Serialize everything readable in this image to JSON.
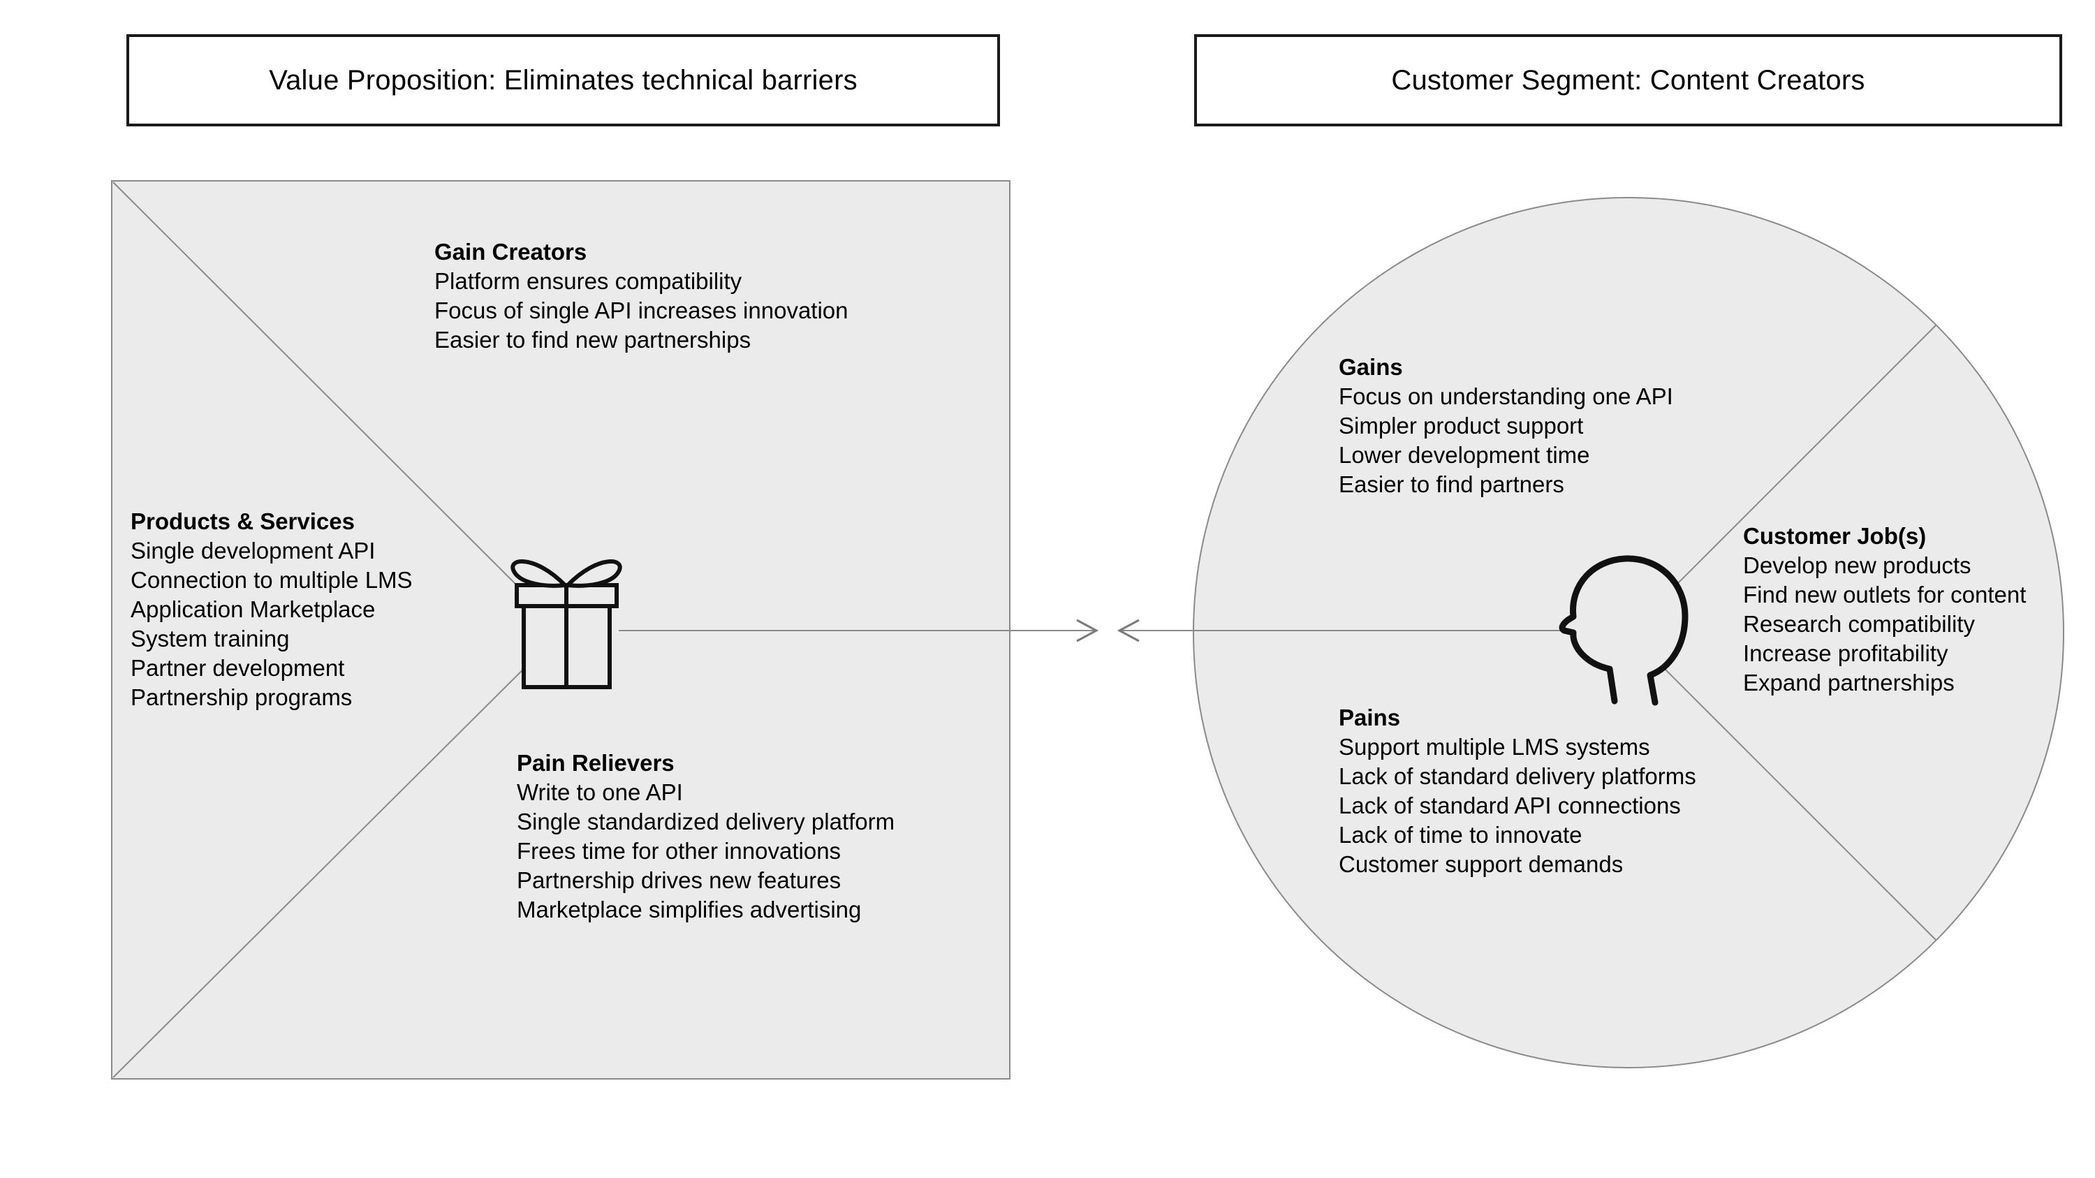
{
  "canvas": {
    "value_proposition": {
      "title": "Value Proposition: Eliminates technical barriers",
      "gain_creators": {
        "heading": "Gain Creators",
        "items": [
          "Platform ensures compatibility",
          "Focus of single API increases innovation",
          "Easier to find new partnerships"
        ]
      },
      "products_services": {
        "heading": "Products & Services",
        "items": [
          "Single development API",
          "Connection to multiple LMS",
          "Application Marketplace",
          "System training",
          "Partner development",
          "Partnership programs"
        ]
      },
      "pain_relievers": {
        "heading": "Pain Relievers",
        "items": [
          "Write to one API",
          "Single standardized delivery platform",
          "Frees time for other innovations",
          "Partnership drives new features",
          "Marketplace simplifies advertising"
        ]
      }
    },
    "customer_segment": {
      "title": "Customer Segment: Content Creators",
      "gains": {
        "heading": "Gains",
        "items": [
          "Focus on understanding one API",
          "Simpler product support",
          "Lower development time",
          "Easier to find partners"
        ]
      },
      "customer_jobs": {
        "heading": "Customer Job(s)",
        "items": [
          "Develop new products",
          "Find new outlets for content",
          "Research compatibility",
          "Increase profitability",
          "Expand partnerships"
        ]
      },
      "pains": {
        "heading": "Pains",
        "items": [
          "Support multiple LMS systems",
          "Lack of standard delivery platforms",
          "Lack of standard API connections",
          "Lack of time to innovate",
          "Customer support demands"
        ]
      }
    },
    "icons": {
      "gift": "gift-icon",
      "head": "head-profile-icon",
      "connector": "bidirectional-arrows"
    },
    "colors": {
      "background": "#ffffff",
      "panel_fill": "#ebebeb",
      "line": "#8a8a8a",
      "title_border": "#1a1a1a",
      "icon_stroke": "#111111",
      "text": "#000000"
    }
  }
}
